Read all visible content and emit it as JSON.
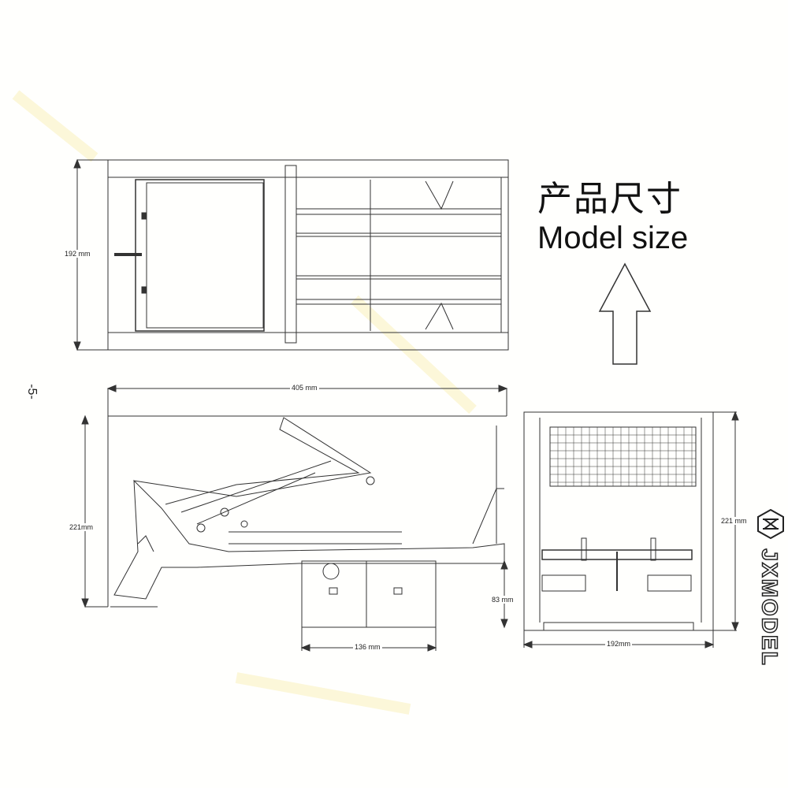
{
  "title": {
    "chinese": "产品尺寸",
    "english": "Model size"
  },
  "page_number": "-5-",
  "logo_text": "JXMODEL",
  "top_view": {
    "width_label": "192 mm"
  },
  "side_view": {
    "length_label": "405 mm",
    "height_label": "221mm",
    "box_height_label": "83 mm",
    "box_length_label": "136 mm"
  },
  "rear_view": {
    "height_label": "221 mm",
    "width_label": "192mm"
  },
  "colors": {
    "line": "#333333",
    "watermark": "#fbf5d0"
  }
}
